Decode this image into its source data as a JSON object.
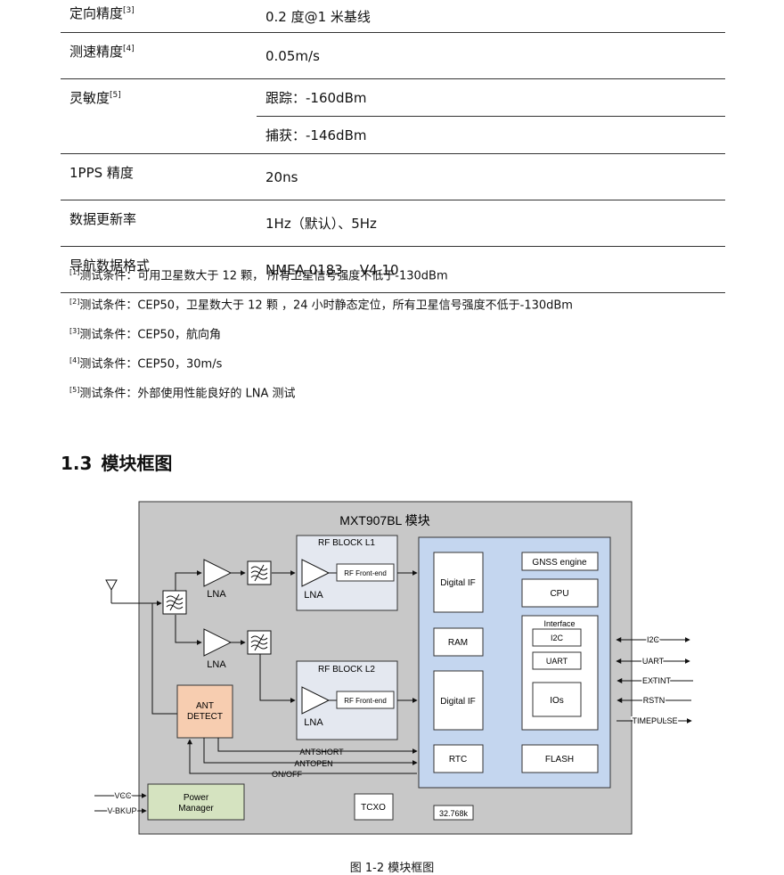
{
  "spec_table": {
    "rows": [
      {
        "label": "定向精度",
        "note_ref": "[3]",
        "values": [
          "0.2 度@1 米基线"
        ]
      },
      {
        "label": "测速精度",
        "note_ref": "[4]",
        "values": [
          "0.05m/s"
        ]
      },
      {
        "label": "灵敏度",
        "note_ref": "[5]",
        "values": [
          "跟踪：-160dBm",
          "捕获：-146dBm"
        ]
      },
      {
        "label": "1PPS 精度",
        "note_ref": "",
        "values": [
          "20ns"
        ]
      },
      {
        "label": "数据更新率",
        "note_ref": "",
        "values": [
          "1Hz（默认）、5Hz"
        ]
      },
      {
        "label": "导航数据格式",
        "note_ref": "",
        "values": [
          "NMEA 0183    V4.10"
        ]
      }
    ]
  },
  "notes": [
    {
      "ref": "[1]",
      "text": "测试条件：可用卫星数大于 12 颗， 所有卫星信号强度不低于-130dBm"
    },
    {
      "ref": "[2]",
      "text": "测试条件：CEP50，卫星数大于 12 颗 ，24 小时静态定位，所有卫星信号强度不低于-130dBm"
    },
    {
      "ref": "[3]",
      "text": "测试条件：CEP50，航向角"
    },
    {
      "ref": "[4]",
      "text": "测试条件：CEP50，30m/s"
    },
    {
      "ref": "[5]",
      "text": "测试条件：外部使用性能良好的 LNA 测试"
    }
  ],
  "section": {
    "number": "1.3",
    "title": "模块框图"
  },
  "diagram": {
    "module_title": "MXT907BL 模块",
    "rf_block_l1": "RF BLOCK L1",
    "rf_block_l2": "RF BLOCK L2",
    "rf_frontend": "RF Front-end",
    "lna": "LNA",
    "ant_detect": [
      "ANT",
      "DETECT"
    ],
    "power_manager": [
      "Power",
      "Manager"
    ],
    "tcxo": "TCXO",
    "rtc_crystal": "32.768k",
    "digital_if": "Digital IF",
    "ram": "RAM",
    "rtc": "RTC",
    "gnss_engine": "GNSS engine",
    "cpu": "CPU",
    "interface": "Interface",
    "i2c": "I2C",
    "uart": "UART",
    "ios": "IOs",
    "flash": "FLASH",
    "signals": {
      "antshort": "ANTSHORT",
      "antopen": "ANTOPEN",
      "onoff": "ON/OFF"
    },
    "power_pins": [
      "VCC",
      "V-BKUP"
    ],
    "ext_pins": [
      "I2C",
      "UART",
      "EXTINT",
      "RSTN",
      "TIMEPULSE"
    ]
  },
  "caption": "图 1-2  模块框图"
}
